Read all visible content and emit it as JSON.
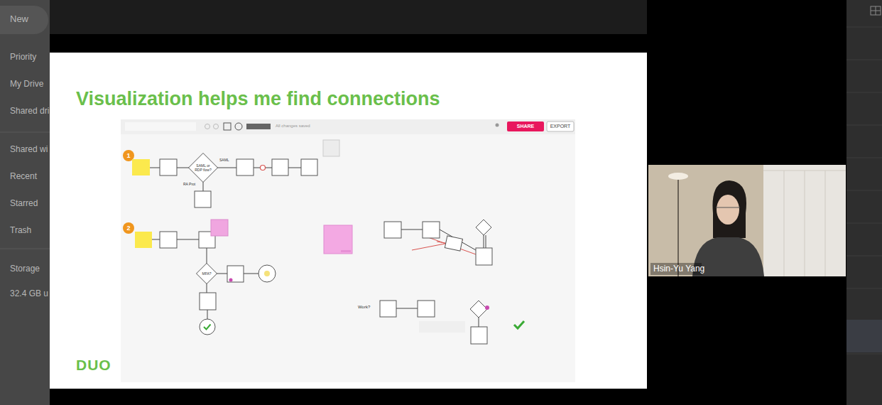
{
  "diagram": {
    "title": "Visualization helps me find connections",
    "nodes": [
      {
        "text": [
          "SAML or RDP flow?"
        ]
      },
      {
        "text": [
          "MFA?"
        ]
      }
    ],
    "labels": [
      "New",
      "Priority",
      "My Drive",
      "Shared dri",
      "Shared wi",
      "Recent",
      "Starred",
      "Trash",
      "Storage",
      "32.4 GB u",
      "All changes saved",
      "SHARE",
      "EXPORT",
      "1",
      "2",
      "SAML",
      "RA Prot",
      "Work?",
      "DUO",
      "Hsin-Yu Yang"
    ]
  }
}
